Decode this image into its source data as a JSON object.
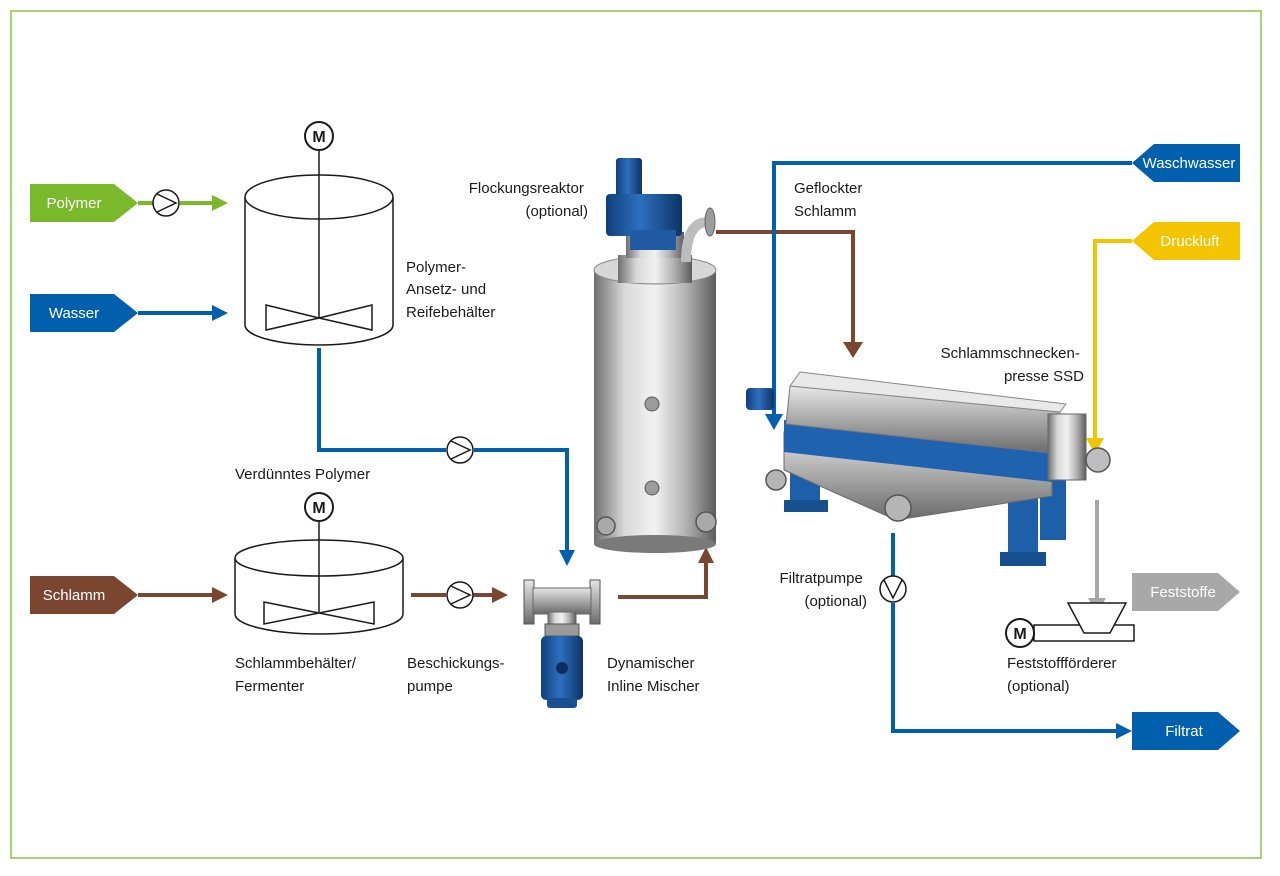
{
  "colors": {
    "frame": "#8dc63f",
    "polymer": "#7ab929",
    "water": "#0060ad",
    "sludge": "#7b4630",
    "air": "#f2c500",
    "solids": "#a8a8a8",
    "stroke": "#1a1a1a"
  },
  "inputs": {
    "polymer": "Polymer",
    "wasser": "Wasser",
    "schlamm": "Schlamm",
    "waschwasser": "Waschwasser",
    "druckluft": "Druckluft"
  },
  "outputs": {
    "feststoffe": "Feststoffe",
    "filtrat": "Filtrat"
  },
  "motor_symbol": "M",
  "labels": {
    "polymer_tank": [
      "Polymer-",
      "Ansetz- und",
      "Reifebehälter"
    ],
    "diluted_polymer": "Verdünntes Polymer",
    "sludge_tank": [
      "Schlammbehälter/",
      "Fermenter"
    ],
    "feed_pump": [
      "Beschickungs-",
      "pumpe"
    ],
    "inline_mixer": [
      "Dynamischer",
      "Inline Mischer"
    ],
    "flocculation_reactor": [
      "Flockungsreaktor",
      "(optional)"
    ],
    "flocculated_sludge": [
      "Geflockter",
      "Schlamm"
    ],
    "screw_press": [
      "Schlammschnecken-",
      "presse SSD"
    ],
    "filtrate_pump": [
      "Filtratpumpe",
      "(optional)"
    ],
    "solids_conveyor": [
      "Feststoffförderer",
      "(optional)"
    ]
  },
  "icons": [
    "motor-icon",
    "pump-icon",
    "agitator-icon",
    "arrow-icon"
  ]
}
